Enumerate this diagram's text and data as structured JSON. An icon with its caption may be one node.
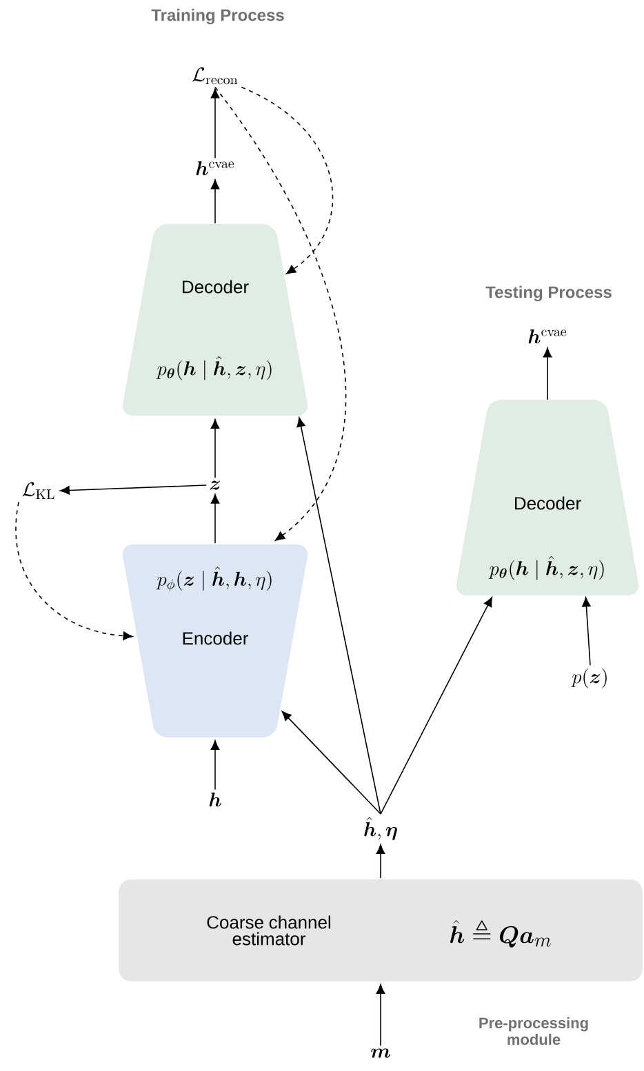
{
  "diagram": {
    "nodes": [
      {
        "text": [
          "\\mathcal{L}_{\\mathrm{recon}}"
        ]
      },
      {
        "text": [
          "\\boldsymbol{h}^{\\mathrm{cvae}}"
        ]
      },
      {
        "text": [
          "Decoder",
          "p_{\\boldsymbol{\\theta}}(\\boldsymbol{h} \\mid \\hat{\\boldsymbol{h}}, \\boldsymbol{z}, \\eta)"
        ]
      },
      {
        "text": [
          "\\boldsymbol{z}"
        ]
      },
      {
        "text": [
          "\\mathcal{L}_{\\mathrm{KL}}"
        ]
      },
      {
        "text": [
          "p_{\\phi}(\\boldsymbol{z} \\mid \\hat{\\boldsymbol{h}}, \\boldsymbol{h}, \\eta)",
          "Encoder"
        ]
      },
      {
        "text": [
          "\\boldsymbol{h}"
        ]
      },
      {
        "text": [
          "\\hat{\\boldsymbol{h}}, \\boldsymbol{\\eta}"
        ]
      },
      {
        "text": [
          "Coarse channel estimator",
          "\\hat{\\boldsymbol{h}} \\triangleq \\boldsymbol{Q}\\boldsymbol{a}_{m}"
        ],
        "beside": [
          "Pre-processing module"
        ]
      },
      {
        "text": [
          "\\boldsymbol{m}"
        ]
      },
      {
        "text": [
          "\\boldsymbol{h}^{\\mathrm{cvae}}"
        ]
      },
      {
        "text": [
          "Decoder",
          "p_{\\boldsymbol{\\theta}}(\\boldsymbol{h} \\mid \\hat{\\boldsymbol{h}}, \\boldsymbol{z}, \\eta)"
        ]
      },
      {
        "text": [
          "p(\\boldsymbol{z})"
        ]
      }
    ],
    "edges": [
      {
        "from": 1,
        "to": 0,
        "arrow": "to"
      },
      {
        "from": 2,
        "to": 1,
        "arrow": "to"
      },
      {
        "from": 3,
        "to": 2,
        "arrow": "to"
      },
      {
        "from": 3,
        "to": 4,
        "arrow": "to"
      },
      {
        "from": 5,
        "to": 3,
        "arrow": "to"
      },
      {
        "from": 6,
        "to": 5,
        "arrow": "to"
      },
      {
        "from": 7,
        "to": 5,
        "arrow": "to"
      },
      {
        "from": 7,
        "to": 2,
        "arrow": "to"
      },
      {
        "from": 7,
        "to": 11,
        "arrow": "to"
      },
      {
        "from": 8,
        "to": 7,
        "arrow": "to"
      },
      {
        "from": 9,
        "to": 8,
        "arrow": "to"
      },
      {
        "from": 11,
        "to": 10,
        "arrow": "to"
      },
      {
        "from": 12,
        "to": 11,
        "arrow": "to"
      },
      {
        "from": 0,
        "to": 2,
        "arrow": "to",
        "style": "dashed"
      },
      {
        "from": 0,
        "to": 5,
        "arrow": "to",
        "style": "dashed"
      },
      {
        "from": 4,
        "to": 5,
        "arrow": "to",
        "style": "dashed"
      }
    ],
    "labels": [
      "Training Process",
      "Testing Process"
    ]
  }
}
